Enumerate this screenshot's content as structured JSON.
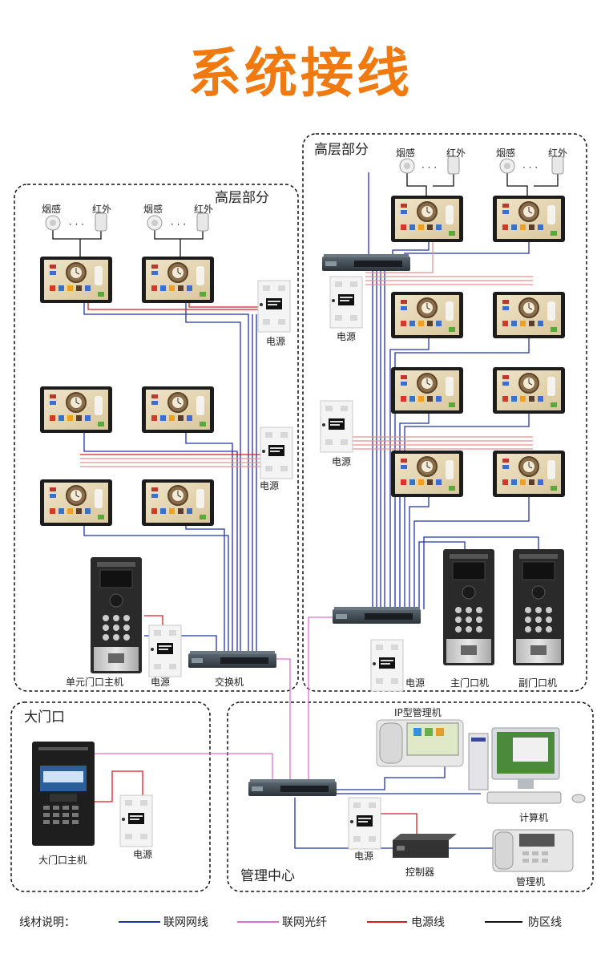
{
  "title": "系统接线",
  "sections": {
    "left_high_rise": "高层部分",
    "right_high_rise": "高层部分",
    "main_gate": "大门口",
    "management_center": "管理中心"
  },
  "sensors": {
    "smoke": "烟感",
    "infrared": "红外",
    "ellipsis": "· · ·"
  },
  "labels": {
    "power": "电源",
    "switch": "交换机",
    "unit_door_host": "单元门口主机",
    "main_door_unit": "主门口机",
    "secondary_door_unit": "副门口机",
    "gate_host": "大门口主机",
    "ip_manager": "IP型管理机",
    "computer": "计算机",
    "controller": "控制器",
    "management_unit": "管理机"
  },
  "legend": {
    "title": "线材说明：",
    "items": [
      {
        "label": "联网网线",
        "color": "#2233aa"
      },
      {
        "label": "联网光纤",
        "color": "#e070d0"
      },
      {
        "label": "电源线",
        "color": "#d42020"
      },
      {
        "label": "防区线",
        "color": "#111111"
      }
    ]
  },
  "colors": {
    "title": "#f07a10",
    "network": "#2233aa",
    "fiber": "#e070d0",
    "power": "#d42020",
    "zone": "#111111"
  }
}
